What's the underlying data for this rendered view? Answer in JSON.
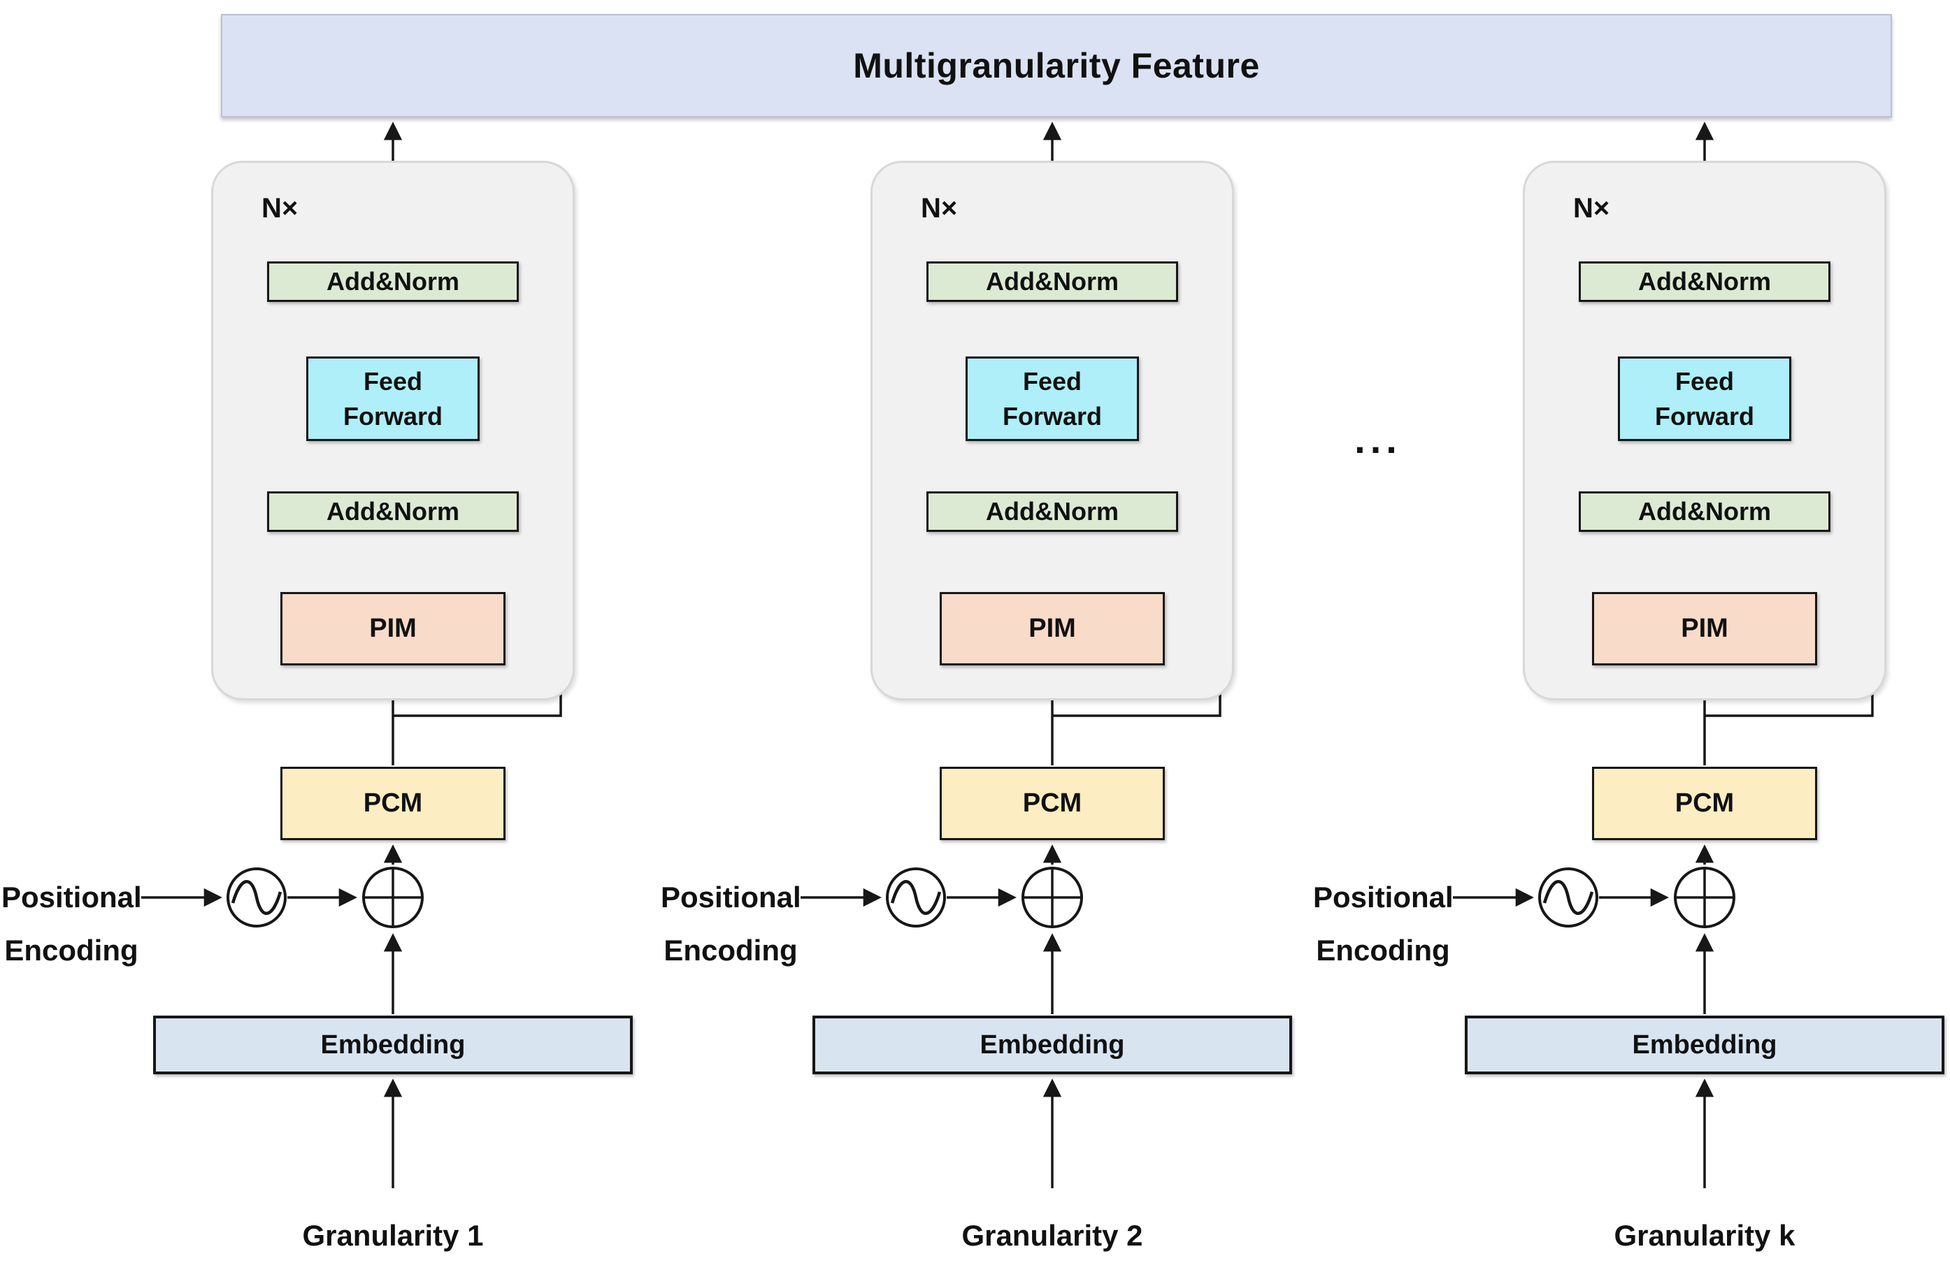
{
  "figure": {
    "title": "Multigranularity Feature",
    "ellipsis": "...",
    "type": "architecture-diagram"
  },
  "colors": {
    "banner_fill": "#dbe2f3",
    "repeat_block_fill": "#f1f1f1",
    "add_norm_fill": "#dcead3",
    "feed_forward_fill": "#aeeff9",
    "pim_fill": "#f8dbc8",
    "pcm_fill": "#fdedc2",
    "embedding_fill": "#d9e4f1",
    "line_color": "#171717"
  },
  "columns": [
    {
      "nx": "N×",
      "addnorm_top": "Add&Norm",
      "feed_forward_line1": "Feed",
      "feed_forward_line2": "Forward",
      "addnorm_bottom": "Add&Norm",
      "pim": "PIM",
      "pcm": "PCM",
      "positional_line1": "Positional",
      "positional_line2": "Encoding",
      "embedding": "Embedding",
      "granularity": "Granularity 1"
    },
    {
      "nx": "N×",
      "addnorm_top": "Add&Norm",
      "feed_forward_line1": "Feed",
      "feed_forward_line2": "Forward",
      "addnorm_bottom": "Add&Norm",
      "pim": "PIM",
      "pcm": "PCM",
      "positional_line1": "Positional",
      "positional_line2": "Encoding",
      "embedding": "Embedding",
      "granularity": "Granularity 2"
    },
    {
      "nx": "N×",
      "addnorm_top": "Add&Norm",
      "feed_forward_line1": "Feed",
      "feed_forward_line2": "Forward",
      "addnorm_bottom": "Add&Norm",
      "pim": "PIM",
      "pcm": "PCM",
      "positional_line1": "Positional",
      "positional_line2": "Encoding",
      "embedding": "Embedding",
      "granularity": "Granularity k"
    }
  ]
}
